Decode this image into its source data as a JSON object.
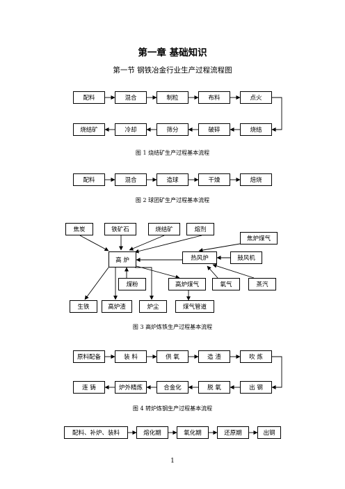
{
  "title": "第一章  基础知识",
  "subtitle": "第一节  钢铁冶金行业生产过程流程图",
  "fig1": {
    "caption": "图 1    烧结矿生产过程基本流程",
    "row1": [
      "配料",
      "混合",
      "制粒",
      "布料",
      "点火"
    ],
    "row2": [
      "烧结矿",
      "冷却",
      "筛分",
      "破碎",
      "烧结"
    ]
  },
  "fig2": {
    "caption": "图 2    球团矿生产过程基本流程",
    "row1": [
      "配料",
      "混合",
      "造球",
      "干燥",
      "焙烧"
    ]
  },
  "fig3": {
    "caption": "图 3    高炉炼铁生产过程基本流程",
    "inputs": [
      "焦炭",
      "铁矿石",
      "烧结矿",
      "熔剂"
    ],
    "furnace": "高    炉",
    "hot_stove": "热风炉",
    "coke_gas": "焦炉煤气",
    "blower": "鼓风机",
    "pulverized_coal": "煤粉",
    "bf_gas": "高炉煤气",
    "oxygen": "氧气",
    "steam": "蒸汽",
    "outputs": [
      "生铁",
      "高炉渣",
      "炉尘",
      "煤气管道"
    ]
  },
  "fig4": {
    "caption": "图 4  转炉炼钢生产过程基本流程",
    "row1": [
      "原料配备",
      "装    料",
      "供    氧",
      "造    渣",
      "吹    炼"
    ],
    "row2": [
      "连    铸",
      "炉外精炼",
      "合金化",
      "脱    氧",
      "出    钢"
    ]
  },
  "fig5": {
    "row1": [
      "配料、补炉、装料",
      "熔化期",
      "氧化期",
      "还原期",
      "出钢"
    ]
  },
  "page_number": "1"
}
